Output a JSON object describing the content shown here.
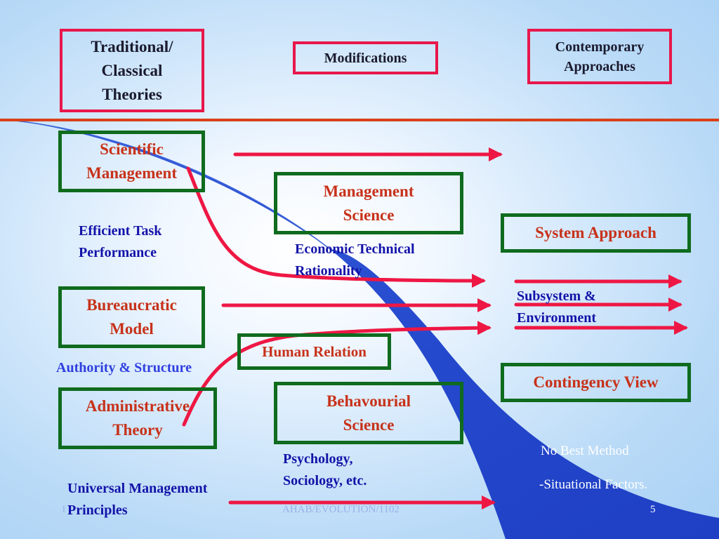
{
  "headers": {
    "traditional": "Traditional/ Classical Theories",
    "modifications": "Modifications",
    "contemporary": "Contemporary Approaches"
  },
  "boxes": {
    "scientific_management": "Scientific Management",
    "management_science": "Management Science",
    "system_approach": "System Approach",
    "bureaucratic_model": "Bureaucratic Model",
    "human_relation": "Human Relation",
    "contingency_view": "Contingency View",
    "administrative_theory": "Administrative Theory",
    "behavioural_science": "Behavourial Science"
  },
  "labels": {
    "efficient_task": "Efficient Task Performance",
    "economic_technical": "Economic Technical Rationality",
    "subsystem_environment": "Subsystem & Environment",
    "authority_structure": "Authority & Structure",
    "psychology_sociology": "Psychology, Sociology, etc.",
    "no_best_method": "No Best Method",
    "situational_factors": "-Situational Factors.",
    "universal_principles": "Universal Management Principles"
  },
  "footer": {
    "left": "1",
    "center": "AHAB/EVOLUTION/1102",
    "page": "5"
  },
  "colors": {
    "header_border": "#e8174b",
    "box_border": "#0f6b1e",
    "arrow": "#ee1744",
    "divider": "#d9411b",
    "swoosh": "#2e4fd1",
    "box_text": "#c7321a",
    "label_text": "#1313a8"
  }
}
